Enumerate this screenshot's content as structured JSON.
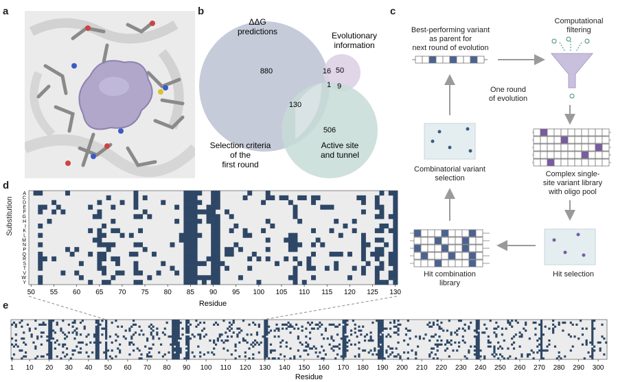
{
  "panels": {
    "a": "a",
    "b": "b",
    "c": "c",
    "d": "d",
    "e": "e"
  },
  "venn": {
    "sets": [
      {
        "label_line1": "ΔΔG",
        "label_line2": "predictions",
        "only": "880",
        "color": "#c5cbd8"
      },
      {
        "label_line1": "Evolutionary",
        "label_line2": "information",
        "only": "50",
        "color": "#ddd2e6"
      },
      {
        "label_line1": "Active site",
        "label_line2": "and tunnel",
        "only": "506",
        "color": "#c6dcd6"
      }
    ],
    "overlaps": {
      "ddg_evo": "16",
      "ddg_site": "130",
      "evo_site": "9",
      "all": "1"
    },
    "caption": [
      "Selection criteria",
      "of the",
      "first round"
    ]
  },
  "workflow": {
    "parent_text": [
      "Best-performing variant",
      "as parent for",
      "next round of evolution"
    ],
    "filter_text": [
      "Computational",
      "filtering"
    ],
    "round_text": [
      "One round",
      "of evolution"
    ],
    "library_text": [
      "Complex single-",
      "site variant library",
      "with oligo pool"
    ],
    "hit_selection": "Hit selection",
    "combination_text": [
      "Hit combination",
      "library"
    ],
    "combinatorial_text": [
      "Combinatorial variant",
      "selection"
    ]
  },
  "heatmap_d": {
    "ylabel": "Substitution",
    "xlabel": "Residue",
    "rows": [
      "A",
      "C",
      "D",
      "E",
      "F",
      "G",
      "H",
      "I",
      "K",
      "L",
      "M",
      "N",
      "P",
      "Q",
      "R",
      "S",
      "T",
      "V",
      "W",
      "Y"
    ],
    "ticks": [
      "50",
      "55",
      "60",
      "65",
      "70",
      "75",
      "80",
      "85",
      "90",
      "95",
      "100",
      "105",
      "110",
      "115",
      "120",
      "125",
      "130"
    ],
    "dark": "#2e4766",
    "light": "#ececec"
  },
  "heatmap_e": {
    "xlabel": "Residue",
    "ticks": [
      "1",
      "10",
      "20",
      "30",
      "40",
      "50",
      "60",
      "70",
      "80",
      "90",
      "100",
      "110",
      "120",
      "130",
      "140",
      "150",
      "160",
      "170",
      "180",
      "190",
      "200",
      "210",
      "220",
      "230",
      "240",
      "250",
      "260",
      "270",
      "280",
      "290",
      "300"
    ]
  }
}
